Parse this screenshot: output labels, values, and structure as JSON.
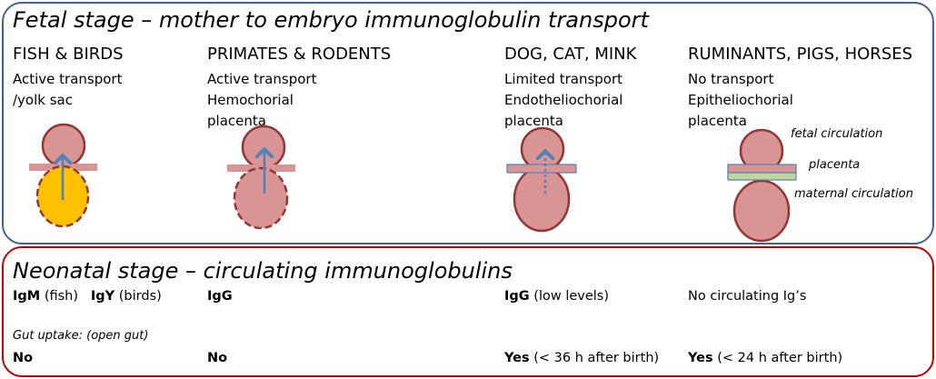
{
  "fetal": {
    "title": "Fetal stage – mother to embryo immunoglobulin transport",
    "columns": [
      {
        "heading": "FISH & BIRDS",
        "line1": "Active transport",
        "line2": "/yolk sac"
      },
      {
        "heading": "PRIMATES & RODENTS",
        "line1": "Active transport",
        "line2": "Hemochorial",
        "line3": "placenta"
      },
      {
        "heading": "DOG, CAT, MINK",
        "line1": "Limited transport",
        "line2": "Endotheliochorial",
        "line3": "placenta"
      },
      {
        "heading": "RUMINANTS, PIGS, HORSES",
        "line1": "No transport",
        "line2": "Epitheliochorial",
        "line3": "placenta"
      }
    ],
    "labels": {
      "fetal": "fetal circulation",
      "placenta": "placenta",
      "maternal": "maternal circulation"
    }
  },
  "neonatal": {
    "title": "Neonatal stage – circulating immunoglobulins",
    "igm": "IgM",
    "igm_note": "(fish)",
    "igy": "IgY",
    "igy_note": "(birds)",
    "igg": "IgG",
    "igg_low": "IgG",
    "igg_low_note": "(low levels)",
    "none": "No circulating  Ig’s",
    "gut_label": "Gut uptake: (open gut)",
    "gut": [
      {
        "bold": "No"
      },
      {
        "bold": "No"
      },
      {
        "bold": "Yes",
        "note": "(< 36 h after birth)"
      },
      {
        "bold": "Yes",
        "note": "(< 24 h after birth)"
      }
    ]
  },
  "colors": {
    "fetal_border": "#3f6494",
    "neonatal_border": "#c00000",
    "tissue": "#d99594",
    "outline": "#943634",
    "yolk": "#ffc000",
    "arrow": "#4f81bd",
    "green": "#c3d69b"
  }
}
